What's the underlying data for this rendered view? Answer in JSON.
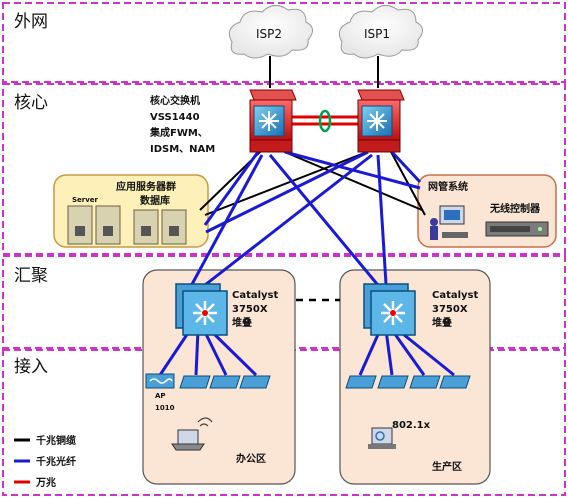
{
  "zones": {
    "outer": "外网",
    "core": "核心",
    "aggregation": "汇聚",
    "access": "接入"
  },
  "isp": {
    "left": "ISP2",
    "right": "ISP1"
  },
  "core_switch": {
    "line1": "核心交换机",
    "line2": "VSS1440",
    "line3": "集成FWM、",
    "line4": "IDSM、NAM"
  },
  "server_group": {
    "title": "应用服务器群",
    "subtitle": "数据库",
    "server_label": "Server"
  },
  "mgmt": {
    "title": "网管系统",
    "wireless": "无线控制器"
  },
  "agg_left": {
    "line1": "Catalyst",
    "line2": "3750X",
    "line3": "堆叠"
  },
  "agg_right": {
    "line1": "Catalyst",
    "line2": "3750X",
    "line3": "堆叠"
  },
  "office": {
    "area": "办公区",
    "ap": "AP",
    "ap_model": "1010"
  },
  "production": {
    "area": "生产区",
    "auth": "802.1x"
  },
  "legend": [
    {
      "label": "千兆铜缆",
      "color": "#000000"
    },
    {
      "label": "千兆光纤",
      "color": "#1a1ad6"
    },
    {
      "label": "万兆",
      "color": "#e00000"
    }
  ],
  "colors": {
    "zone_border": "#cc33cc",
    "fiber": "#1a1ad6",
    "copper": "#000000",
    "ten_gig": "#e00000",
    "server_box": "#fdf0b8",
    "area_box": "#fbe6d6"
  }
}
